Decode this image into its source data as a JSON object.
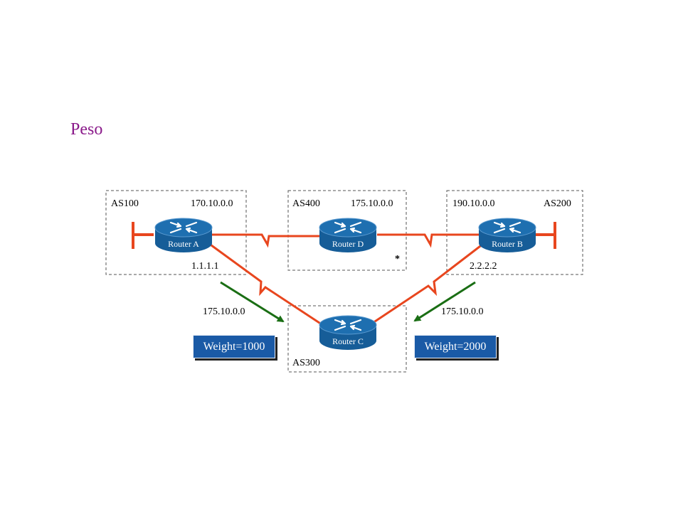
{
  "title": "Peso",
  "as_labels": {
    "as100": "AS100",
    "as400": "AS400",
    "as200": "AS200",
    "as300": "AS300"
  },
  "networks": {
    "as100_net": "170.10.0.0",
    "as400_net": "175.10.0.0",
    "as200_net": "190.10.0.0",
    "left_adv": "175.10.0.0",
    "right_adv": "175.10.0.0"
  },
  "addresses": {
    "router_a_ip": "1.1.1.1",
    "router_b_ip": "2.2.2.2"
  },
  "routers": {
    "a": "Router A",
    "d": "Router D",
    "b": "Router B",
    "c": "Router C"
  },
  "marker": "*",
  "weights": {
    "left": "Weight=1000",
    "right": "Weight=2000"
  },
  "colors": {
    "title": "#8a1a8a",
    "link": "#e8461e",
    "arrow": "#1a6e14",
    "router": "#1e6fb0",
    "weight_box": "#1a5aa6"
  }
}
